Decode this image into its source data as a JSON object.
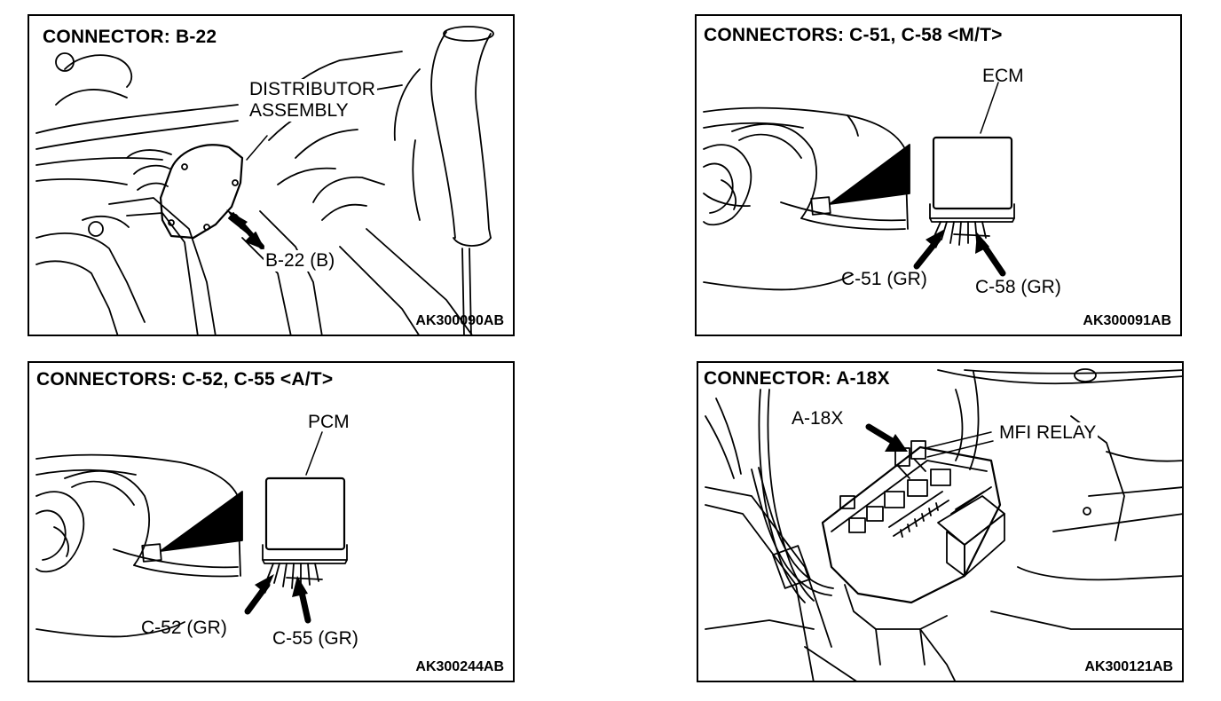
{
  "panels": [
    {
      "title": "CONNECTOR: B-22",
      "code": "AK300090AB",
      "labels": {
        "part_line1": "DISTRIBUTOR",
        "part_line2": "ASSEMBLY",
        "connector": "B-22 (B)"
      }
    },
    {
      "title": "CONNECTORS: C-51, C-58 <M/T>",
      "code": "AK300091AB",
      "labels": {
        "module": "ECM",
        "connector_a": "C-51 (GR)",
        "connector_b": "C-58 (GR)"
      }
    },
    {
      "title": "CONNECTORS: C-52, C-55 <A/T>",
      "code": "AK300244AB",
      "labels": {
        "module": "PCM",
        "connector_a": "C-52 (GR)",
        "connector_b": "C-55 (GR)"
      }
    },
    {
      "title": "CONNECTOR: A-18X",
      "code": "AK300121AB",
      "labels": {
        "connector": "A-18X",
        "relay": "MFI RELAY"
      }
    }
  ]
}
